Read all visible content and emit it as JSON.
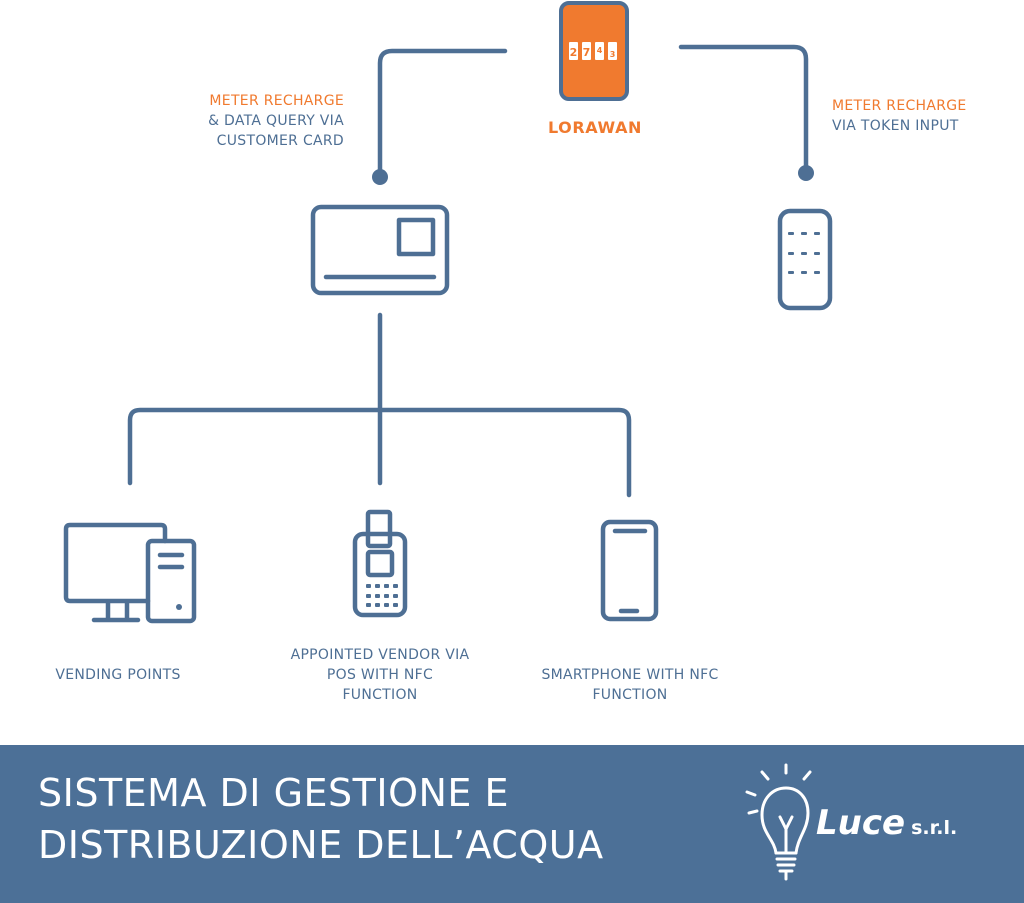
{
  "colors": {
    "line": "#4e6f94",
    "accent": "#f07a2f",
    "footer_bg": "#4c7097",
    "white": "#ffffff"
  },
  "top_device": {
    "label": "LORAWAN",
    "icon": "lorawan-meter-icon",
    "display_digits": [
      "2",
      "7",
      "4",
      "3"
    ]
  },
  "left_branch": {
    "highlight": "METER RECHARGE",
    "lines": [
      "& DATA QUERY VIA",
      "CUSTOMER CARD"
    ],
    "icon": "customer-card-icon"
  },
  "right_branch": {
    "highlight": "METER RECHARGE",
    "lines": [
      "VIA TOKEN INPUT"
    ],
    "icon": "keypad-remote-icon"
  },
  "endpoints": [
    {
      "icon": "desktop-computer-icon",
      "lines": [
        "VENDING POINTS"
      ]
    },
    {
      "icon": "pos-terminal-icon",
      "lines": [
        "APPOINTED VENDOR VIA",
        "POS WITH NFC",
        "FUNCTION"
      ]
    },
    {
      "icon": "smartphone-icon",
      "lines": [
        "SMARTPHONE WITH NFC",
        "FUNCTION"
      ]
    }
  ],
  "footer": {
    "title_lines": [
      "SISTEMA DI GESTIONE E",
      "DISTRIBUZIONE DELL’ACQUA"
    ],
    "logo": {
      "name": "Luce",
      "suffix": "s.r.l.",
      "icon": "light-bulb-logo-icon"
    }
  }
}
